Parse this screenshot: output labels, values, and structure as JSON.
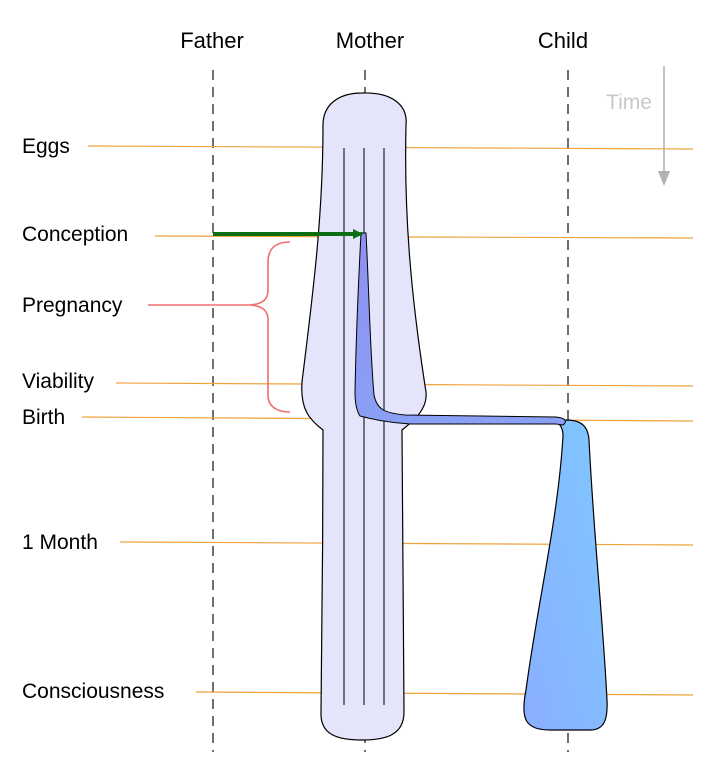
{
  "columns": {
    "father": "Father",
    "mother": "Mother",
    "child": "Child"
  },
  "time_label": "Time",
  "rows": {
    "eggs": "Eggs",
    "conception": "Conception",
    "pregnancy": "Pregnancy",
    "viability": "Viability",
    "birth": "Birth",
    "one_month": "1 Month",
    "consciousness": "Consciousness"
  },
  "colors": {
    "timeline": "#f0a23c",
    "mother_body": "#e4e4fa",
    "fetus": "#8a8cf0",
    "child_body": "#86b6ff",
    "conception_arrow": "#0c6e12",
    "pregnancy_brace": "#ef6f6f",
    "time_arrow": "#b4b4b4"
  }
}
